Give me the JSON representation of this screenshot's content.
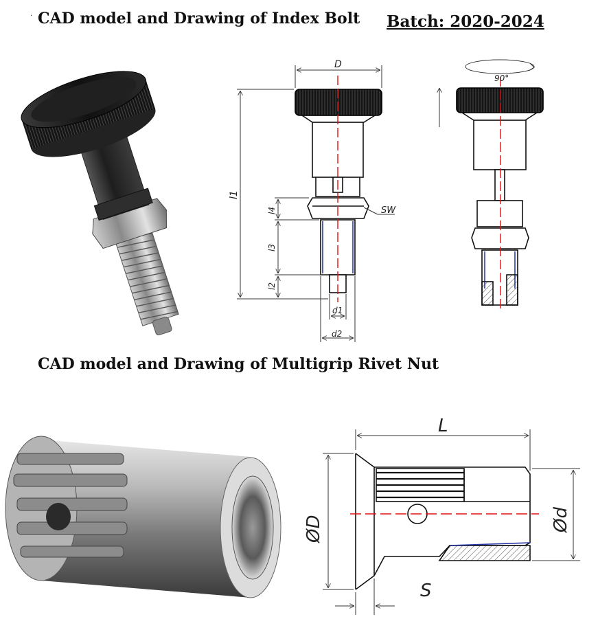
{
  "header": {
    "dot": "·",
    "title_index_bolt": "CAD model and Drawing of Index Bolt",
    "batch": "Batch: 2020-2024"
  },
  "section2": {
    "title_rivet_nut": "CAD model and Drawing of Multigrip Rivet Nut"
  },
  "index_bolt_drawing": {
    "labels": {
      "D": "D",
      "l1": "l1",
      "l4": "l4",
      "l3": "l3",
      "l2": "l2",
      "SW": "SW",
      "d1": "d1",
      "d2": "d2",
      "rotation": "90°"
    }
  },
  "rivet_nut_drawing": {
    "labels": {
      "L": "L",
      "D": "ØD",
      "d": "Ød",
      "S": "S"
    }
  },
  "colors": {
    "centerline": "#e01010",
    "thread": "#2a3aa8",
    "knob": "#1a1a1a"
  }
}
